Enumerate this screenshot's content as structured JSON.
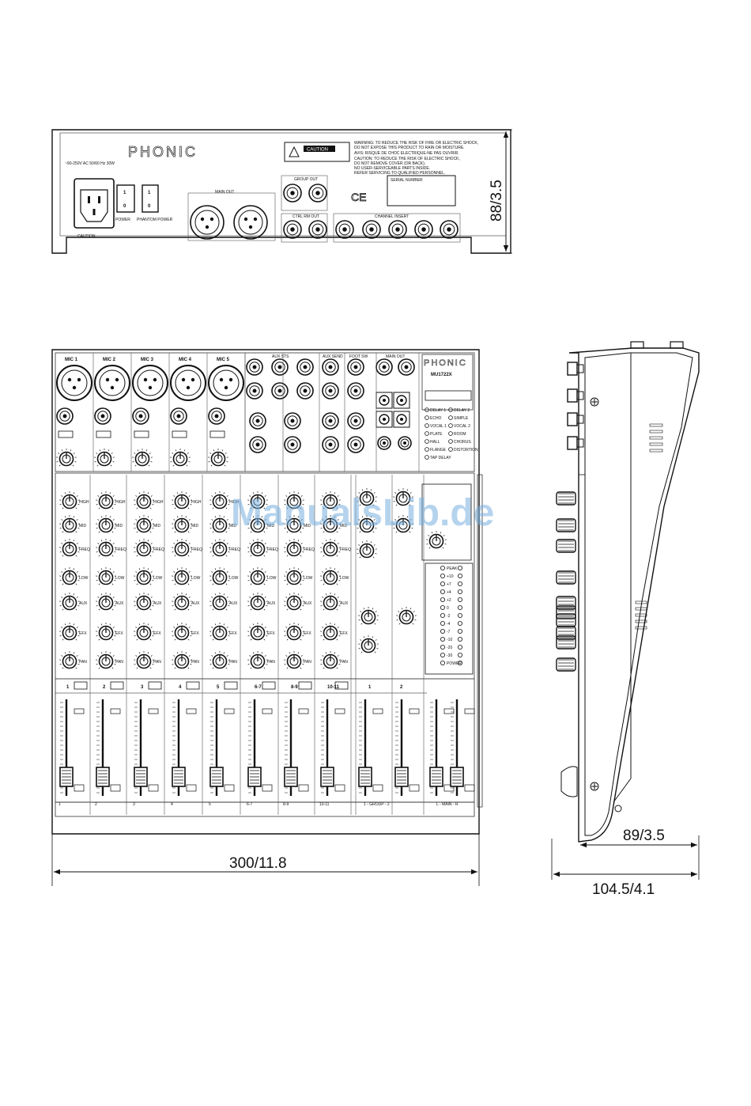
{
  "dimensions": {
    "rear_height": "88/3.5",
    "front_width": "300/11.8",
    "side_depth_inner": "89/3.5",
    "side_depth_outer": "104.5/4.1"
  },
  "watermark": "ManualsLib.de",
  "rear_panel": {
    "brand": "PHONIC",
    "caution_title": "CAUTION",
    "warning_lines": [
      "WARNING: TO REDUCE THE RISK OF FIRE OR ELECTRIC SHOCK,",
      "DO NOT EXPOSE THIS PRODUCT TO RAIN OR MOISTURE.",
      "AVIS: RISQUE DE CHOC ELECTRIQUE-NE PAS OUVRIR.",
      "CAUTION: TO REDUCE THE RISK OF ELECTRIC SHOCK,",
      "DO NOT REMOVE COVER (OR BACK).",
      "NO USER-SERVICEABLE PARTS INSIDE.",
      "REFER SERVICING TO QUALIFIED PERSONNEL."
    ],
    "serial_label": "SERIAL NUMBER",
    "power_label": "POWER",
    "phantom_label": "PHANTOM POWER",
    "main_out_label": "MAIN OUT",
    "group_out_label": "GROUP OUT",
    "ctrl_rm_out_label": "CTRL RM OUT",
    "channel_insert_label": "CHANNEL INSERT",
    "voltage_label": "~90-250V AC 50/60 Hz 30W",
    "caution_fuse": "CAUTION"
  },
  "front_panel": {
    "brand": "PHONIC",
    "model": "MU1722X",
    "mic_labels": [
      "MIC 1",
      "MIC 2",
      "MIC 3",
      "MIC 4",
      "MIC 5"
    ],
    "top_section_labels": [
      "AUX STS",
      "AUX SEND",
      "FOOT SW",
      "MAIN OUT"
    ],
    "channel_numbers": [
      "1",
      "2",
      "3",
      "4",
      "5",
      "6-7",
      "8-9",
      "10-11"
    ],
    "group_labels": [
      "1",
      "2"
    ],
    "bottom_labels": [
      "1",
      "2",
      "3",
      "4",
      "5",
      "6-7",
      "8-9",
      "10-11",
      "1 - GROUP - 2",
      "L - MAIN - R"
    ],
    "knob_labels": [
      "HIGH",
      "MID",
      "FREQ",
      "LOW",
      "AUX",
      "EFX",
      "PAN"
    ],
    "effects": [
      "DELAY 1",
      "DELAY 2",
      "ECHO",
      "SIMPLE",
      "VOCAL 1",
      "VOCAL 2",
      "PLATE",
      "ROOM",
      "HALL",
      "CHORUS",
      "FLANGE",
      "DISTORTION",
      "TAP DELAY"
    ],
    "meter_labels": [
      "PEAK",
      "+10",
      "+7",
      "+4",
      "+2",
      "0",
      "-2",
      "-4",
      "-7",
      "-10",
      "-20",
      "-30",
      "POWER"
    ]
  }
}
